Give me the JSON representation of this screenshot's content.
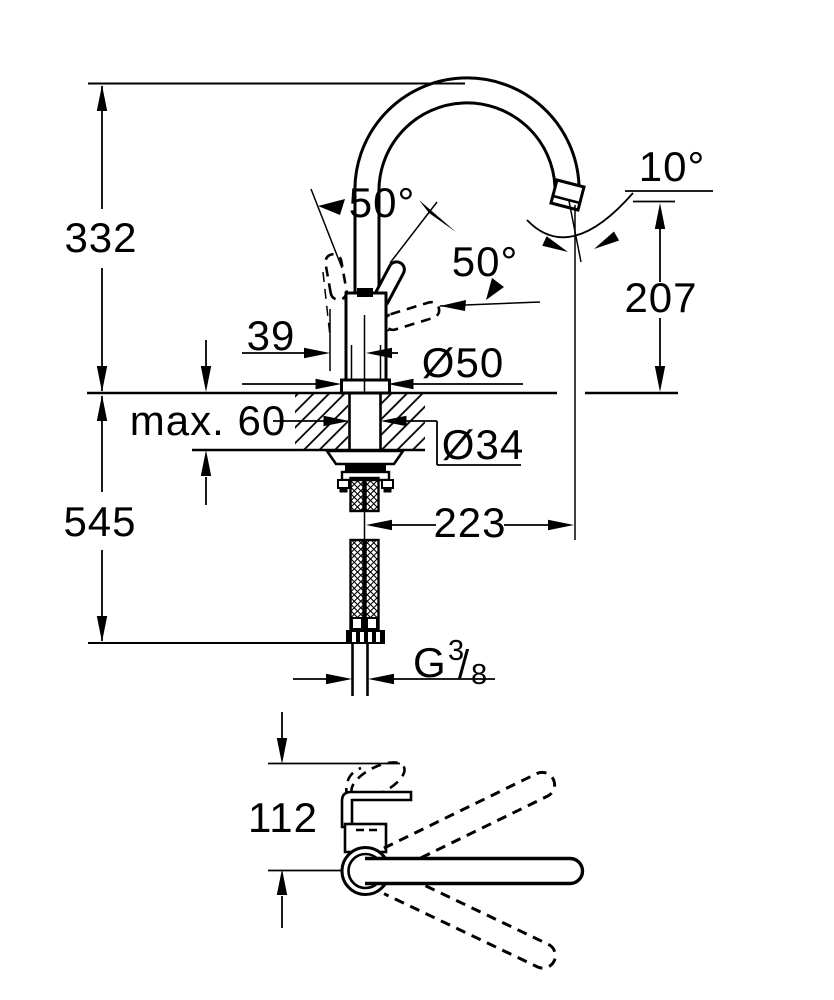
{
  "page": {
    "background": "#ffffff",
    "line_color": "#000000"
  },
  "front_view": {
    "overall_height": "332",
    "height_below_deck": "545",
    "max_deck_thickness": "max. 60",
    "handle_reach": "39",
    "base_diameter": "Ø50",
    "shank_diameter": "Ø34",
    "spout_outlet_height": "207",
    "outlet_angle": "10°",
    "handle_swing_angle": "50°",
    "handle_side_angle": "50°",
    "spout_reach": "223",
    "thread_size": {
      "prefix": "G",
      "numerator": "3",
      "slash": "/",
      "denominator": "8"
    }
  },
  "top_view": {
    "body_depth": "112"
  }
}
